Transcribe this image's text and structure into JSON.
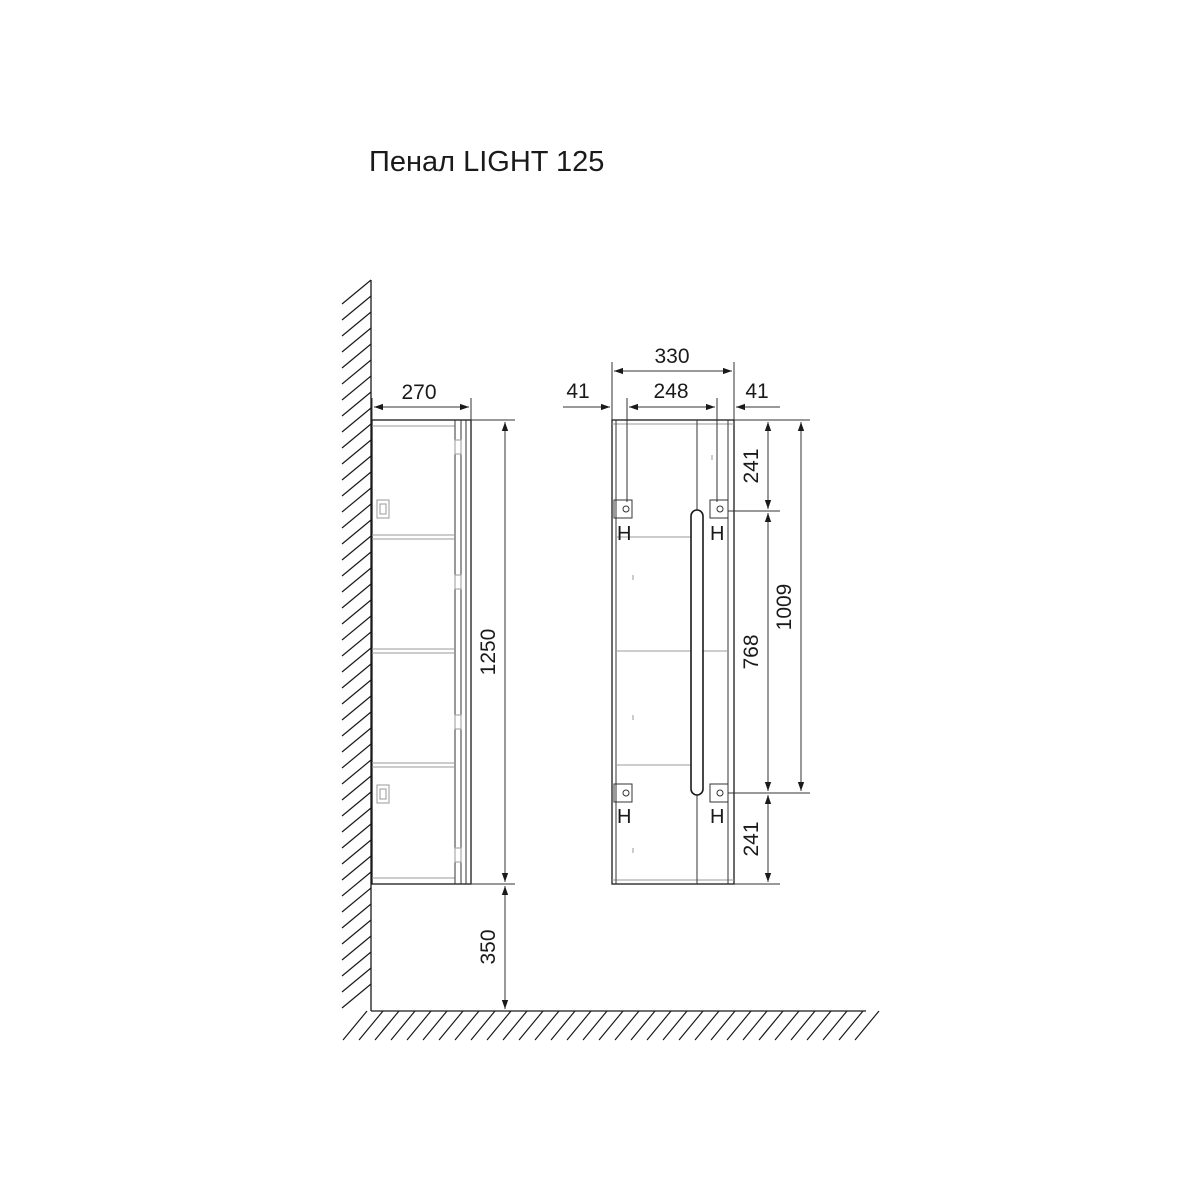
{
  "title": "Пенал LIGHT 125",
  "dimensions": {
    "side_depth": "270",
    "side_height": "1250",
    "floor_gap": "350",
    "front_width": "330",
    "left_offset": "41",
    "inner_width": "248",
    "right_offset": "41",
    "top_to_mount": "241",
    "mount_spacing": "768",
    "total_span": "1009",
    "bottom_to_mount": "241"
  },
  "mount_marks": {
    "top_left": "H",
    "top_right": "H",
    "bottom_left": "H",
    "bottom_right": "H"
  }
}
